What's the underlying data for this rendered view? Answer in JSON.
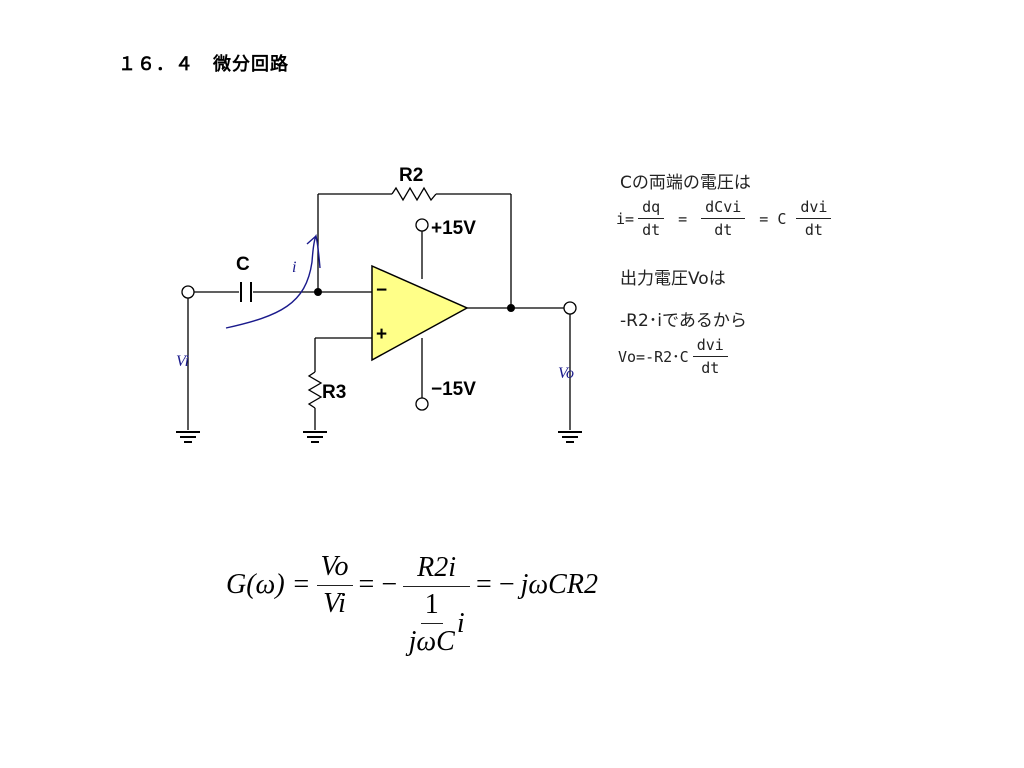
{
  "title": "１６．４　微分回路",
  "circuit": {
    "r2": "R2",
    "c": "C",
    "i": "i",
    "r3": "R3",
    "vplus": "+15V",
    "vminus": "−15V",
    "vi": "Vi",
    "vo": "Vo",
    "minus_sign": "−",
    "plus_sign": "+"
  },
  "notes": {
    "line1": "Cの両端の電圧は",
    "eq1": {
      "lhs": "i=",
      "f1_num": "dq",
      "f1_den": "dt",
      "eq_a": "=",
      "f2_num": "dCvi",
      "f2_den": "dt",
      "eq_b": "= C",
      "f3_num": "dvi",
      "f3_den": "dt"
    },
    "line3": "出力電圧Voは",
    "line4": "-R2･iであるから",
    "eq2": {
      "lhs": "Vo=-R2･C",
      "num": "dvi",
      "den": "dt"
    }
  },
  "formula": {
    "lhs": "G(ω) =",
    "f1_num": "Vo",
    "f1_den": "Vi",
    "eq1": "= −",
    "f2_num": "R2i",
    "f2_den_num": "1",
    "f2_den_den": "jωC",
    "f2_den_i": "i",
    "eq2": "= −",
    "rhs": "jωCR2"
  },
  "colors": {
    "opamp_fill": "#ffff88",
    "annotation": "#1a1a8c",
    "wire": "#000000"
  }
}
